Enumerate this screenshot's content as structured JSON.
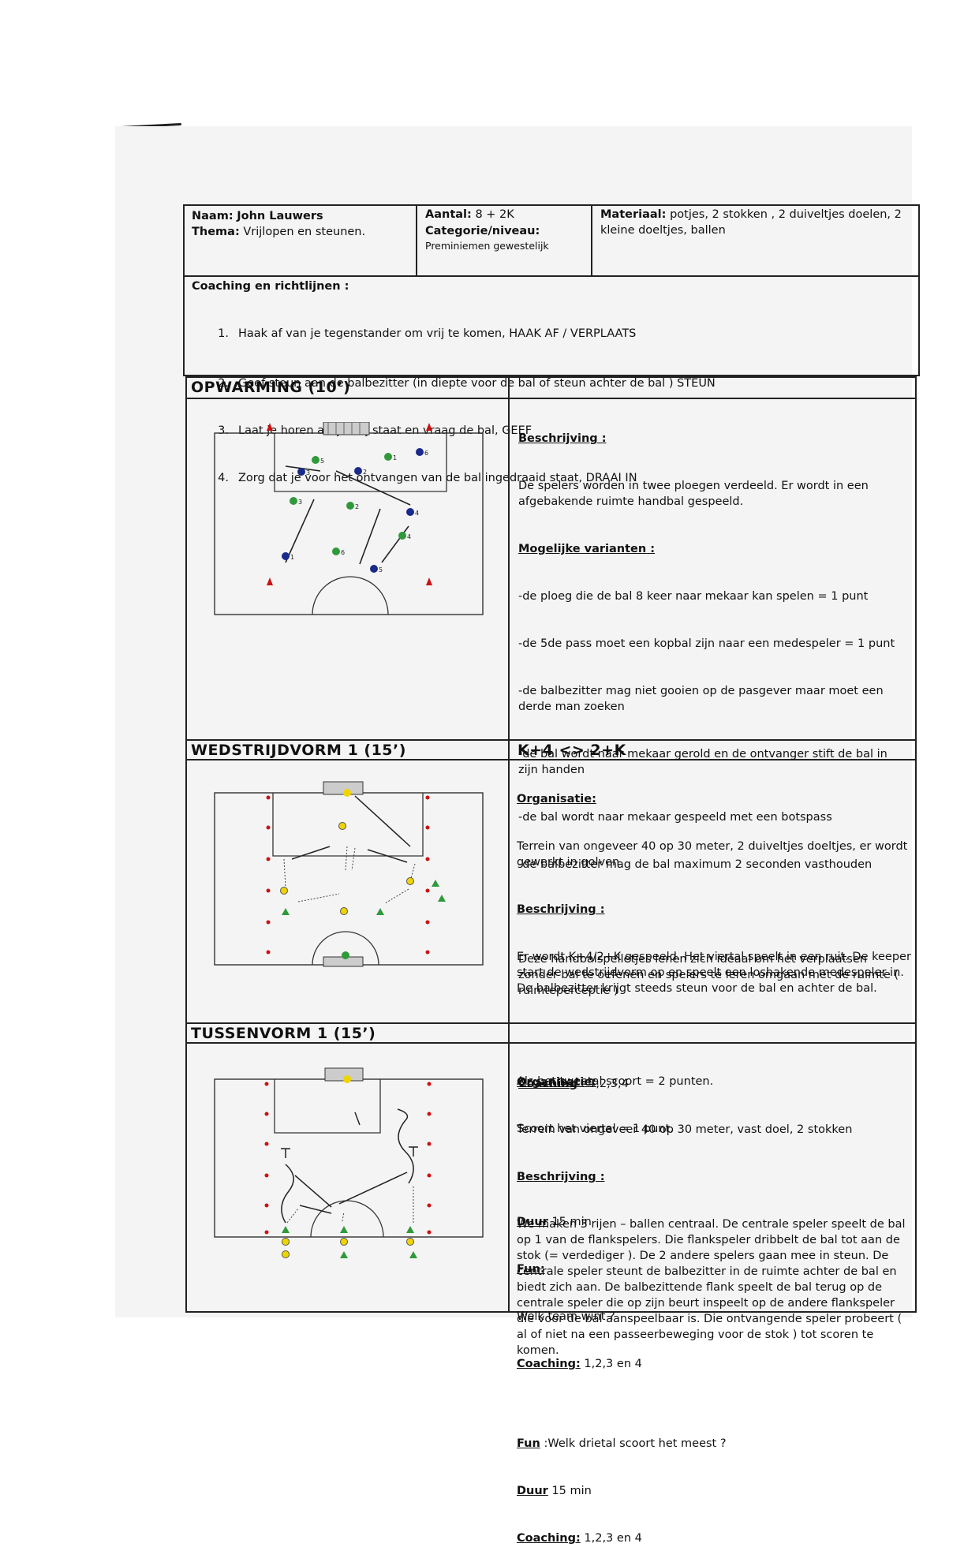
{
  "header": {
    "naam_label": "Naam:",
    "naam_value": "John Lauwers",
    "thema_label": "Thema:",
    "thema_value": "Vrijlopen en steunen.",
    "aantal_label": "Aantal:",
    "aantal_value": "8 + 2K",
    "categorie_label": "Categorie/niveau:",
    "categorie_value": "Preminiemen gewestelijk",
    "materiaal_label": "Materiaal:",
    "materiaal_value": "potjes, 2 stokken , 2 duiveltjes doelen, 2 kleine doeltjes, ballen"
  },
  "coaching": {
    "title": "Coaching en richtlijnen :",
    "items": [
      {
        "n": "1.",
        "text": "Haak af van je tegenstander om vrij te komen, HAAK AF / VERPLAATS"
      },
      {
        "n": "2.",
        "text": "Geef steun aan de balbezitter (in diepte voor de bal of steun achter de bal ) STEUN"
      },
      {
        "n": "3.",
        "text": "Laat je horen als je vrij staat en vraag de bal, GEEF"
      },
      {
        "n": "4.",
        "text": "Zorg dat je voor het ontvangen van de bal ingedraaid staat, DRAAI IN"
      }
    ]
  },
  "opwarming": {
    "title": "OPWARMING (10’)",
    "beschrijving_label": "Beschrijving :",
    "beschrijving": "De spelers worden in twee ploegen verdeeld. Er wordt in een afgebakende ruimte handbal gespeeld.",
    "varianten_label": "Mogelijke varianten :",
    "varianten": [
      "-de ploeg die de bal 8 keer naar mekaar kan spelen = 1 punt",
      "-de 5de pass moet een kopbal zijn naar een medespeler = 1 punt",
      "-de balbezitter mag niet gooien op de pasgever maar moet een derde man zoeken",
      "-de bal wordt naar mekaar gerold en de ontvanger stift de bal in zijn handen",
      "-de bal wordt naar mekaar gespeeld met een botspass",
      "-de balbezitter mag de bal maximum 2 seconden vasthouden"
    ],
    "extra": "Deze handbalspelletjes lenen zich ideaal om het verplaatsen zonder bal te oefenen en spelers te leren omgaan met de ruimte ( ruimteperceptie )",
    "coaching_label": "Coaching",
    "coaching_value": ": 1,2,3,4"
  },
  "wedstrijdvorm": {
    "title": "WEDSTRIJDVORM 1 (15’)",
    "right_title": "K+4 <> 2+K",
    "organisatie_label": "Organisatie:",
    "organisatie": "Terrein van ongeveer 40 op 30 meter, 2 duiveltjes doeltjes, er wordt gewerkt in golven",
    "beschrijving_label": "Beschrijving :",
    "beschrijving": "Er wordt K+4/2+K gespeeld. Het viertal speelt in een ruit. De keeper start de wedstrijdvorm op en speelt een loshakende medespeler in. De balbezitter krijgt steeds steun voor de bal en achter de bal.",
    "score1": "Als het tweetal scoort = 2 punten.",
    "score2": "Scoort het viertal = 1 punt.",
    "duur_label": "Duur",
    "duur_value": "15 min",
    "fun_label": "Fun:",
    "fun_value": "Welk team wint ?",
    "coaching_label": "Coaching:",
    "coaching_value": "1,2,3 en 4"
  },
  "tussenvorm": {
    "title": "TUSSENVORM 1 (15’)",
    "organisatie_label": "Organisatie:",
    "organisatie": "Terrein van ongeveer 40 op 30 meter, vast doel, 2 stokken",
    "beschrijving_label": "Beschrijving :",
    "beschrijving": "We maken 3 rijen – ballen centraal. De centrale speler speelt de bal op 1 van de flankspelers. Die flankspeler dribbelt de bal tot aan de stok (= verdediger ). De 2 andere spelers gaan mee in steun. De centrale speler steunt de balbezitter in de ruimte achter de bal en biedt zich aan. De balbezittende flank speelt de bal terug op de centrale speler die op zijn beurt inspeelt op de andere flankspeler die voor de bal aanspeelbaar is. Die ontvangende speler probeert ( al of niet na een passeerbeweging voor de stok ) tot scoren te komen.",
    "fun_label": "Fun",
    "fun_value": ":Welk drietal scoort het meest ?",
    "duur_label": "Duur",
    "duur_value": "15 min",
    "coaching_label": "Coaching:",
    "coaching_value": "1,2,3 en 4"
  },
  "diagram1_numbers": [
    "5",
    "1",
    "6",
    "3",
    "2",
    "3",
    "2",
    "4",
    "4",
    "1",
    "6",
    "5"
  ],
  "colors": {
    "blue_player": "#1a2a8a",
    "green_player": "#2f9a3a",
    "yellow_marker": "#f0d400",
    "cone_red": "#cc1111"
  }
}
